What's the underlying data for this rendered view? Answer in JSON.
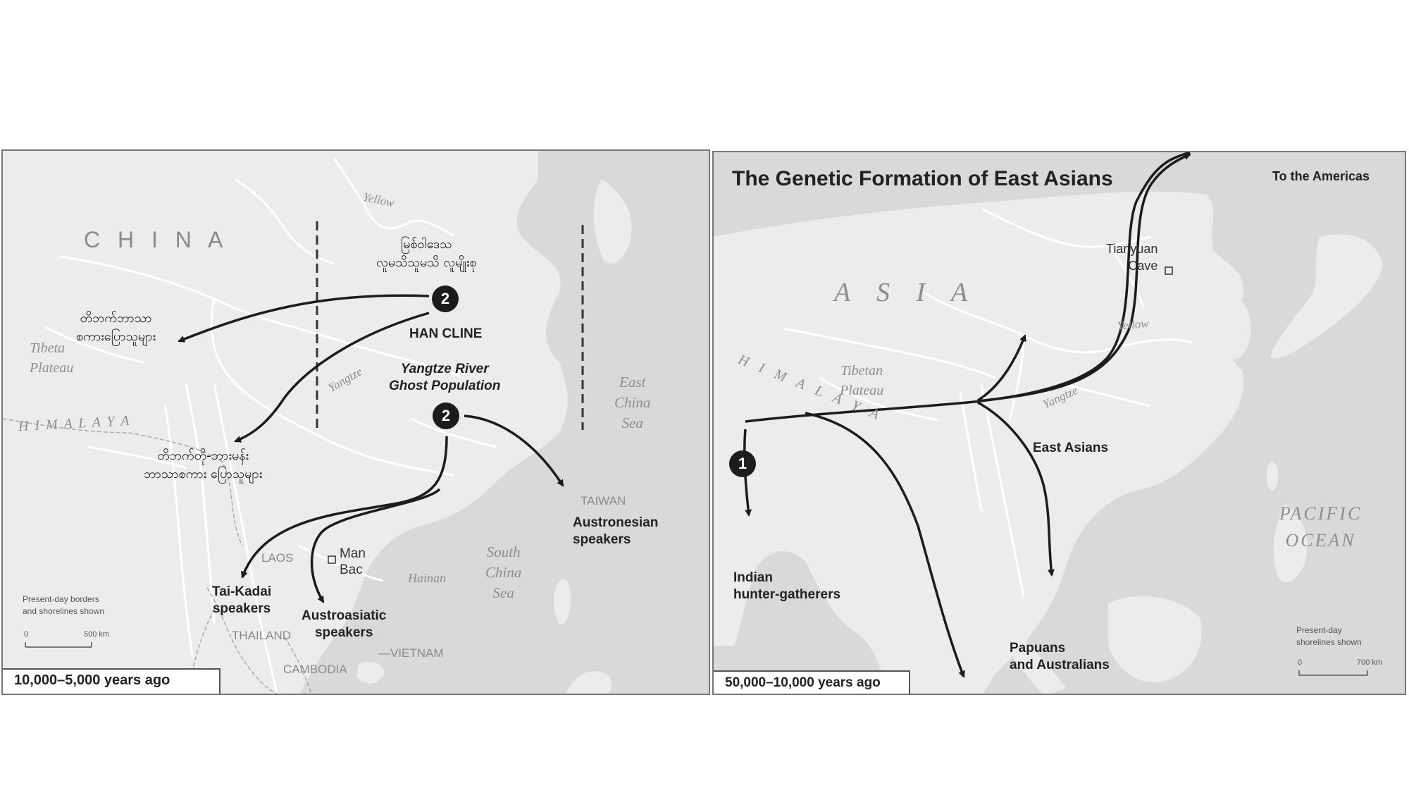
{
  "left_map": {
    "country_label": "C H I N A",
    "rivers": {
      "yellow": "Yellow",
      "yangtze": "Yangtze"
    },
    "tibet_plateau": {
      "line1": "Tibeta",
      "line2": "Plateau"
    },
    "himalaya": "H I M A L A Y A",
    "east_china_sea": {
      "line1": "East",
      "line2": "China",
      "line3": "Sea"
    },
    "south_china_sea": {
      "line1": "South",
      "line2": "China",
      "line3": "Sea"
    },
    "hainan": "Hainan",
    "taiwan": "TAIWAN",
    "laos": "LAOS",
    "thailand": "THAILAND",
    "cambodia": "CAMBODIA",
    "vietnam": "—VIETNAM",
    "site_man_bac": {
      "line1": "Man",
      "line2": "Bac"
    },
    "marker_north": "2",
    "marker_south": "2",
    "north_population": {
      "line1": "မြစ်ဝါဒေသ",
      "line2": "လူမသိသူမသိ လူမျိုးစု"
    },
    "han_cline": "HAN CLINE",
    "yangtze_ghost": {
      "line1": "Yangtze River",
      "line2": "Ghost Population"
    },
    "tibetan_speakers": {
      "line1": "တိဘက်ဘာသာ",
      "line2": "စကားပြောသူများ"
    },
    "tibeto_burman_speakers": {
      "line1": "တိဘက်တို-ဘားမန်း",
      "line2": "ဘာသာစကား ပြောသူများ"
    },
    "tai_kadai": {
      "line1": "Tai-Kadai",
      "line2": "speakers"
    },
    "austroasiatic": {
      "line1": "Austroasiatic",
      "line2": "speakers"
    },
    "austronesian": {
      "line1": "Austronesian",
      "line2": "speakers"
    },
    "note": {
      "line1": "Present-day borders",
      "line2": "and shorelines shown"
    },
    "scale": {
      "zero": "0",
      "max": "500 km"
    },
    "period": "10,000–5,000 years ago"
  },
  "right_map": {
    "title": "The Genetic Formation of East Asians",
    "americas": "To the Americas",
    "tianyuan": {
      "line1": "Tianyuan",
      "line2": "Cave"
    },
    "asia": "A S I A",
    "yellow": "Yellow",
    "yangtze": "Yangtze",
    "tibetan_plateau": {
      "line1": "Tibetan",
      "line2": "Plateau"
    },
    "himalaya": "H I M A L A Y A",
    "east_asians": "East Asians",
    "pacific": {
      "line1": "PACIFIC",
      "line2": "OCEAN"
    },
    "marker": "1",
    "indian": {
      "line1": "Indian",
      "line2": "hunter-gatherers"
    },
    "papuans": {
      "line1": "Papuans",
      "line2": "and Australians"
    },
    "note": {
      "line1": "Present-day",
      "line2": "shorelines shown"
    },
    "scale": {
      "zero": "0",
      "max": "700 km"
    },
    "period": "50,000–10,000 years ago"
  },
  "colors": {
    "land": "#ececec",
    "sea": "#d9d9d9",
    "arrow": "#1c1c1c",
    "marker": "#1c1c1c"
  }
}
